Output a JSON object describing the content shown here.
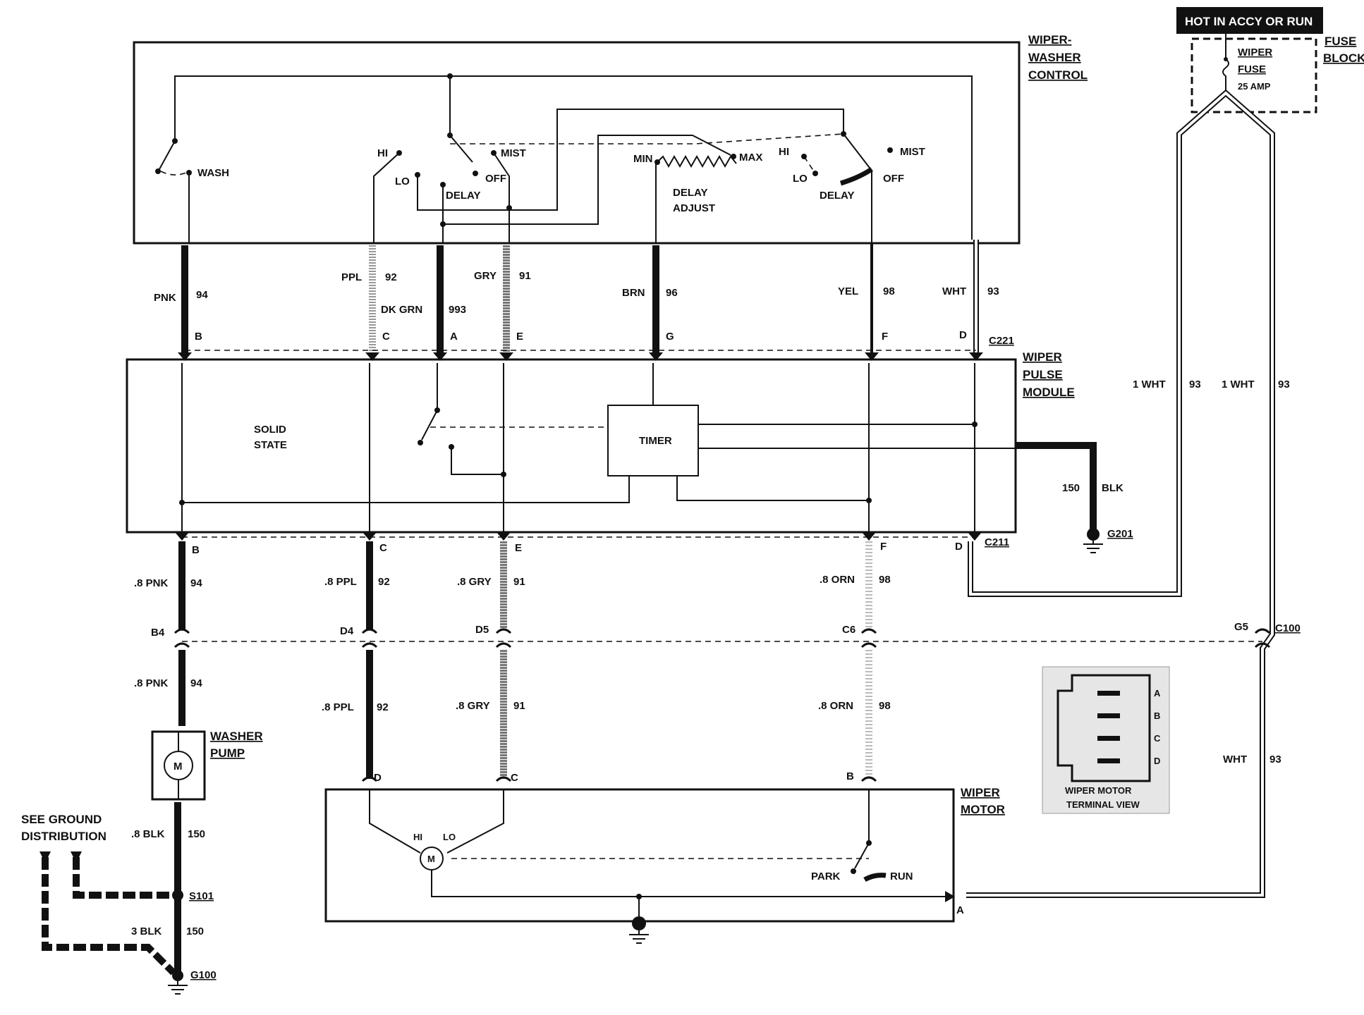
{
  "header": {
    "power_label": "HOT IN ACCY OR RUN"
  },
  "fuse_block": {
    "title_line1": "FUSE",
    "title_line2": "BLOCK",
    "fuse_line1": "WIPER",
    "fuse_line2": "FUSE",
    "rating": "25 AMP"
  },
  "control": {
    "title_line1": "WIPER-",
    "title_line2": "WASHER",
    "title_line3": "CONTROL",
    "wash": "WASH",
    "hi1": "HI",
    "lo1": "LO",
    "delay1": "DELAY",
    "off1": "OFF",
    "mist1": "MIST",
    "min": "MIN",
    "max": "MAX",
    "delay_adjust_line1": "DELAY",
    "delay_adjust_line2": "ADJUST",
    "hi2": "HI",
    "lo2": "LO",
    "delay2": "DELAY",
    "off2": "OFF",
    "mist2": "MIST"
  },
  "upper_wires": {
    "pnk": "PNK",
    "pnk_num": "94",
    "ppl": "PPL",
    "ppl_num": "92",
    "dkgrn": "DK GRN",
    "dkgrn_num": "993",
    "gry": "GRY",
    "gry_num": "91",
    "brn": "BRN",
    "brn_num": "96",
    "yel": "YEL",
    "yel_num": "98",
    "wht": "WHT",
    "wht_num": "93"
  },
  "c221": {
    "name": "C221",
    "pins": [
      "B",
      "C",
      "A",
      "E",
      "G",
      "F",
      "D"
    ]
  },
  "pulse_module": {
    "title_line1": "WIPER",
    "title_line2": "PULSE",
    "title_line3": "MODULE",
    "solid_line1": "SOLID",
    "solid_line2": "STATE",
    "timer": "TIMER"
  },
  "ground_blk": {
    "num": "150",
    "color": "BLK",
    "name": "G201"
  },
  "c211": {
    "name": "C211",
    "pins": [
      "B",
      "C",
      "E",
      "F",
      "D"
    ]
  },
  "mid_wires": {
    "pnk": ".8 PNK",
    "pnk_num": "94",
    "ppl": ".8 PPL",
    "ppl_num": "92",
    "gry": ".8 GRY",
    "gry_num": "91",
    "orn": ".8 ORN",
    "orn_num": "98"
  },
  "c100": {
    "name": "C100",
    "pins": [
      "B4",
      "D4",
      "D5",
      "C6",
      "G5"
    ]
  },
  "lower_wires": {
    "pnk": ".8 PNK",
    "pnk_num": "94",
    "ppl": ".8 PPL",
    "ppl_num": "92",
    "gry": ".8 GRY",
    "gry_num": "91",
    "orn": ".8 ORN",
    "orn_num": "98"
  },
  "feed_wires": {
    "left": "1 WHT",
    "left_num": "93",
    "right": "1 WHT",
    "right_num": "93",
    "bottom": "WHT",
    "bottom_num": "93"
  },
  "washer_pump": {
    "title_line1": "WASHER",
    "title_line2": "PUMP",
    "motor": "M"
  },
  "ground_dist": {
    "line1": "SEE GROUND",
    "line2": "DISTRIBUTION",
    "blk8": ".8 BLK",
    "blk8_num": "150",
    "blk3": "3 BLK",
    "blk3_num": "150",
    "splice": "S101",
    "ground": "G100"
  },
  "wiper_motor": {
    "title_line1": "WIPER",
    "title_line2": "MOTOR",
    "pin_d": "D",
    "pin_c": "C",
    "pin_b": "B",
    "pin_a": "A",
    "hi": "HI",
    "lo": "LO",
    "motor": "M",
    "park": "PARK",
    "run": "RUN"
  },
  "terminal_view": {
    "pins": [
      "A",
      "B",
      "C",
      "D"
    ],
    "caption_line1": "WIPER MOTOR",
    "caption_line2": "TERMINAL VIEW"
  }
}
